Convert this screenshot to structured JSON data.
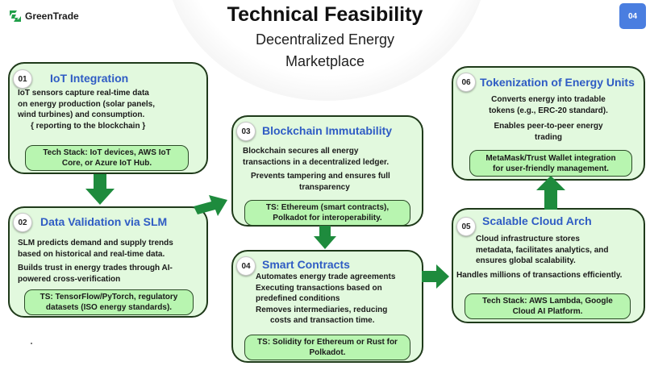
{
  "header": {
    "logo_text": "GreenTrade",
    "title": "Technical Feasibility",
    "subtitle_line1": "Decentralized Energy",
    "subtitle_line2": "Marketplace",
    "page_number": "04"
  },
  "cards": [
    {
      "number": "01",
      "title": "IoT Integration",
      "body": [
        "IoT sensors capture real-time data",
        "on energy production (solar panels,",
        "wind turbines) and consumption.",
        "{ reporting to the blockchain }"
      ],
      "tech": [
        "Tech Stack: IoT devices, AWS IoT",
        "Core, or Azure IoT Hub."
      ]
    },
    {
      "number": "02",
      "title": "Data Validation via SLM",
      "body": [
        "SLM predicts demand and supply trends",
        "based on historical and real-time data.",
        "Builds trust in energy trades through AI-",
        "powered cross-verification"
      ],
      "tech": [
        "TS: TensorFlow/PyTorch, regulatory",
        "datasets (ISO energy standards)."
      ]
    },
    {
      "number": "03",
      "title": "Blockchain Immutability",
      "body": [
        "Blockchain secures all energy",
        "transactions in a decentralized ledger.",
        "Prevents tampering and ensures full",
        "transparency"
      ],
      "tech": [
        "TS: Ethereum (smart contracts),",
        "Polkadot for interoperability."
      ]
    },
    {
      "number": "04",
      "title": "Smart Contracts",
      "body": [
        "Automates energy trade agreements",
        "Executing transactions based on",
        "predefined conditions",
        "Removes intermediaries, reducing",
        "costs and transaction time."
      ],
      "tech": [
        "TS: Solidity for Ethereum or Rust for",
        "Polkadot."
      ]
    },
    {
      "number": "05",
      "title": "Scalable Cloud Arch",
      "body": [
        "Cloud infrastructure stores",
        "metadata, facilitates analytics, and",
        "ensures global scalability.",
        "Handles millions of transactions efficiently."
      ],
      "tech": [
        "Tech Stack: AWS Lambda, Google",
        "Cloud AI Platform."
      ]
    },
    {
      "number": "06",
      "title": "Tokenization of Energy Units",
      "body": [
        "Converts energy into tradable",
        "tokens (e.g., ERC-20 standard).",
        "Enables peer-to-peer energy",
        "trading"
      ],
      "tech": [
        "MetaMask/Trust Wallet integration",
        "for user-friendly management."
      ]
    }
  ],
  "colors": {
    "card_fill": "#e2f9de",
    "tech_fill": "#b8f5b0",
    "arrow": "#1e8b3d",
    "title_blue": "#2f5cc4",
    "badge": "#4a7ee0"
  }
}
